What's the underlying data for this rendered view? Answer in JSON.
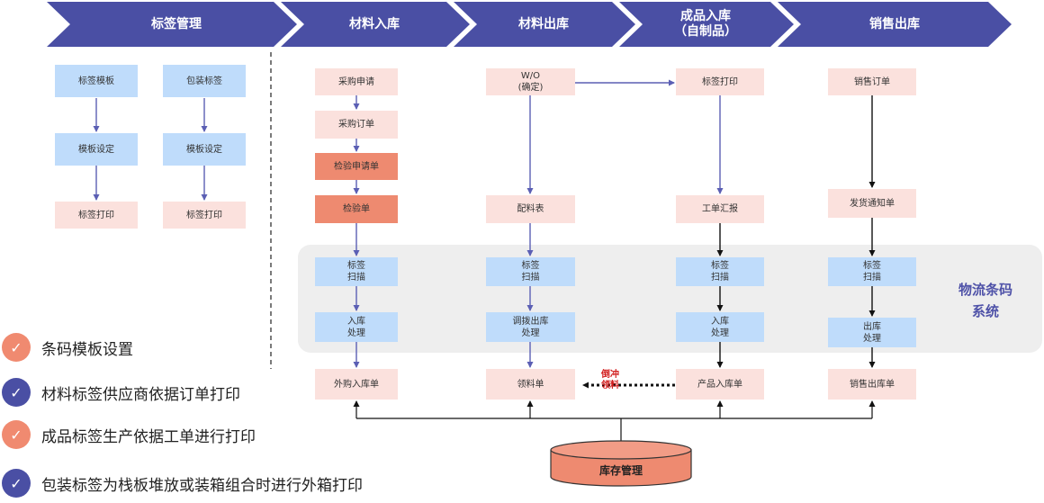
{
  "header": {
    "stages": [
      {
        "label": "标签管理"
      },
      {
        "label": "材料入库"
      },
      {
        "label": "材料出库"
      },
      {
        "label": "成品入库",
        "sub": "（自制品）"
      },
      {
        "label": "销售出库"
      }
    ],
    "color": "#4a4fa4"
  },
  "label_mgmt": {
    "col1": [
      "标签模板",
      "模板设定",
      "标签打印"
    ],
    "col2": [
      "包装标签",
      "模板设定",
      "标签打印"
    ]
  },
  "material_in": {
    "steps": [
      "采购申请",
      "采购订单",
      "检验申请单",
      "检验单"
    ],
    "scan": [
      "标签",
      "扫描"
    ],
    "process": [
      "入库",
      "处理"
    ],
    "result": "外购入库单"
  },
  "material_out": {
    "wo": [
      "W/O",
      "(确定)"
    ],
    "list": "配料表",
    "scan": [
      "标签",
      "扫描"
    ],
    "process": [
      "调拨出库",
      "处理"
    ],
    "result": "领料单"
  },
  "product_in": {
    "print": "标签打印",
    "report": "工单汇报",
    "scan": [
      "标签",
      "扫描"
    ],
    "process": [
      "入库",
      "处理"
    ],
    "result": "产品入库单"
  },
  "sales_out": {
    "order": "销售订单",
    "notice": "发货通知单",
    "scan": [
      "标签",
      "扫描"
    ],
    "process": [
      "出库",
      "处理"
    ],
    "result": "销售出库单"
  },
  "system_label": [
    "物流条码",
    "系统"
  ],
  "backflush_note": [
    "倒冲",
    "领料"
  ],
  "inventory": "库存管理",
  "legend": [
    {
      "text": "条码模板设置",
      "color": "#f08a70"
    },
    {
      "text": "材料标签供应商依据订单打印",
      "color": "#4a4fa4"
    },
    {
      "text": "成品标签生产依据工单进行打印",
      "color": "#f08a70"
    },
    {
      "text": "包装标签为栈板堆放或装箱组合时进行外箱打印",
      "color": "#4a4fa4"
    }
  ]
}
